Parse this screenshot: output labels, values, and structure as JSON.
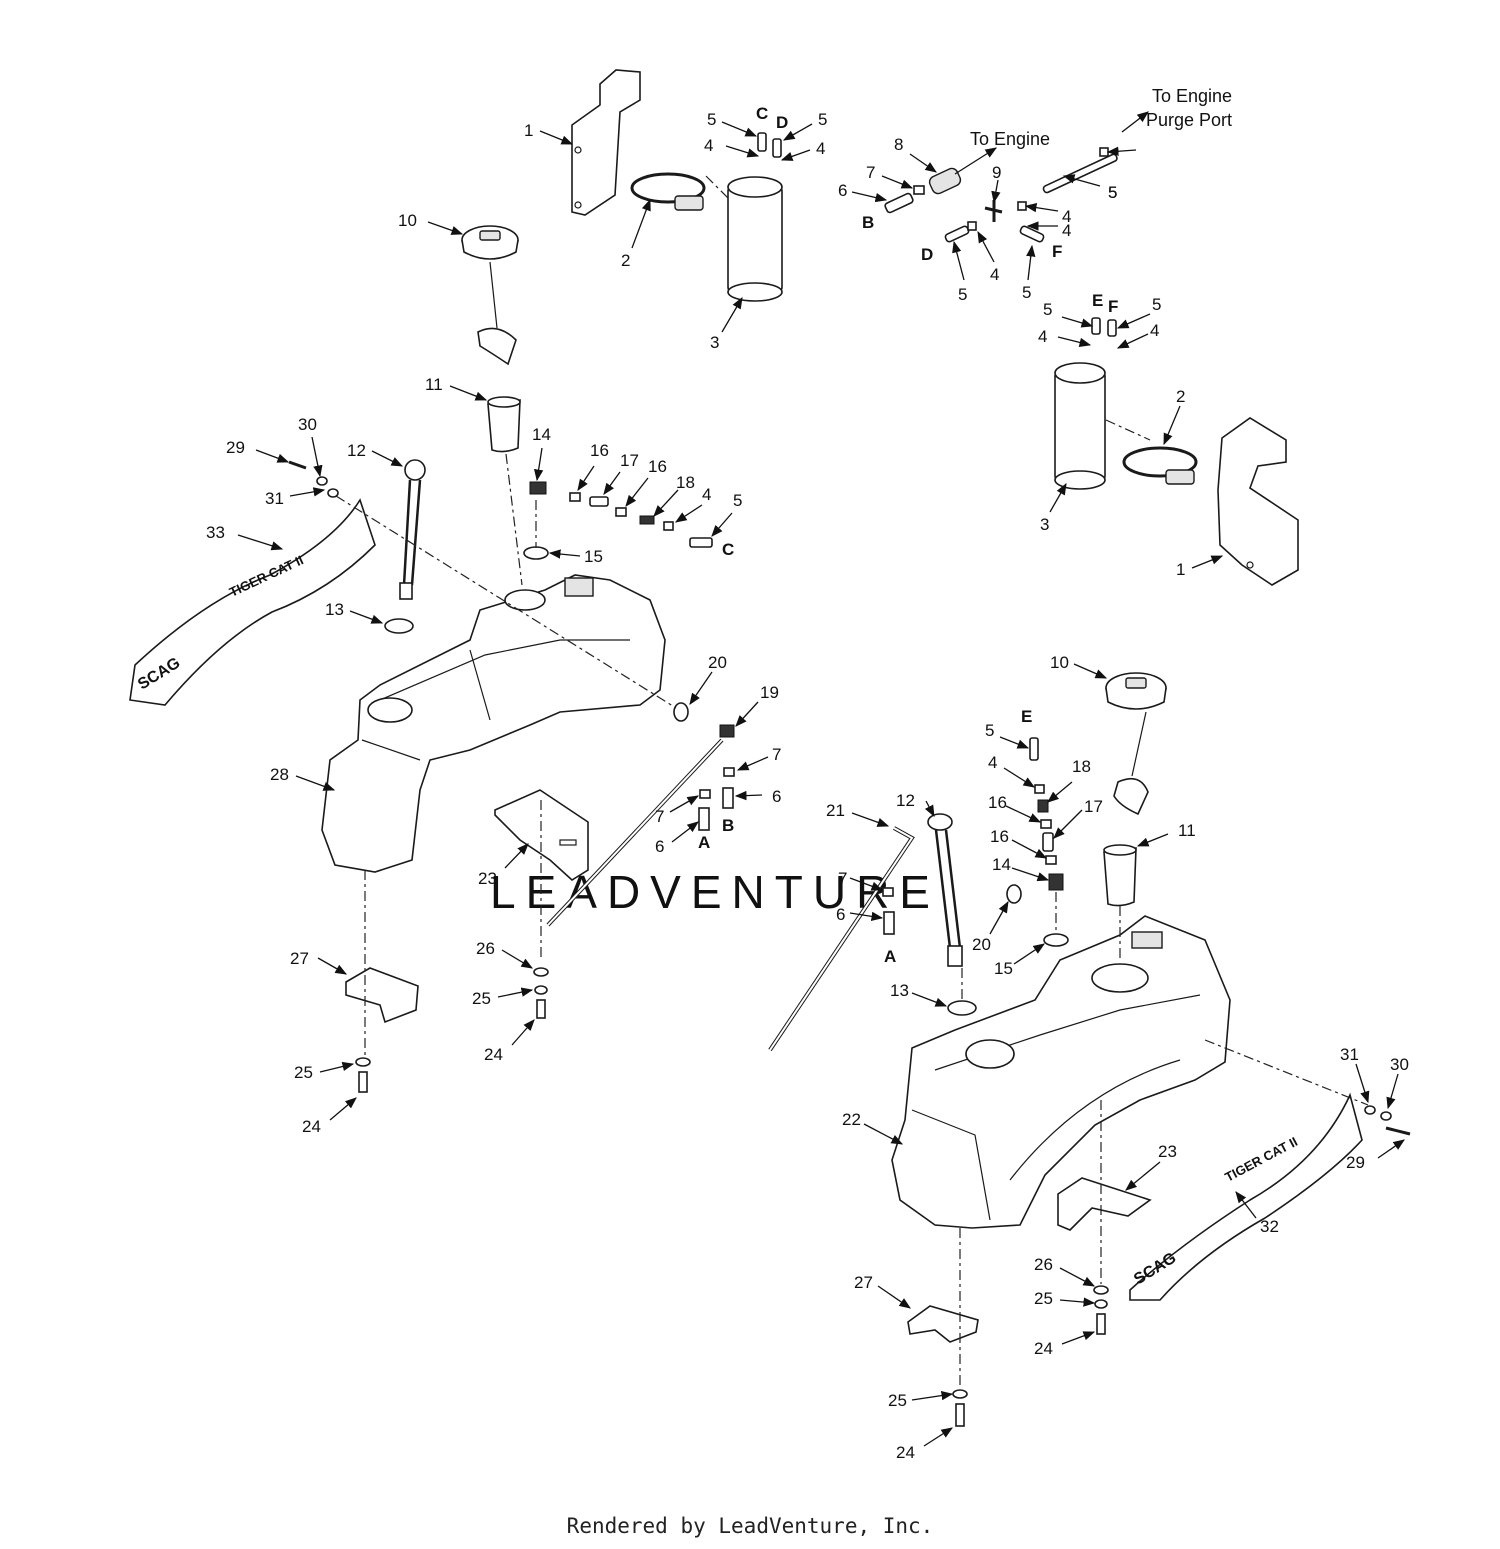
{
  "diagram": {
    "notes": [
      "To Engine",
      "To Engine",
      "Purge Port"
    ],
    "decals": {
      "left_logo": "SCAG",
      "right_logo": "SCAG",
      "left_brand": "TIGER CAT II",
      "right_brand": "TIGER CAT II"
    },
    "watermark": "LEADVENTURE",
    "callouts": [
      {
        "id": "c1",
        "text": "1"
      },
      {
        "id": "c2",
        "text": "2"
      },
      {
        "id": "c3",
        "text": "3"
      },
      {
        "id": "c4",
        "text": "4"
      },
      {
        "id": "c5",
        "text": "4"
      },
      {
        "id": "c6",
        "text": "5"
      },
      {
        "id": "c7",
        "text": "5"
      },
      {
        "id": "c8",
        "text": "10"
      },
      {
        "id": "c9",
        "text": "11"
      },
      {
        "id": "c10",
        "text": "12"
      },
      {
        "id": "c11",
        "text": "13"
      },
      {
        "id": "c12",
        "text": "14"
      },
      {
        "id": "c13",
        "text": "15"
      },
      {
        "id": "c14",
        "text": "16"
      },
      {
        "id": "c15",
        "text": "17"
      },
      {
        "id": "c16",
        "text": "16"
      },
      {
        "id": "c17",
        "text": "18"
      },
      {
        "id": "c18",
        "text": "4"
      },
      {
        "id": "c19",
        "text": "5"
      },
      {
        "id": "c20",
        "text": "29"
      },
      {
        "id": "c21",
        "text": "30"
      },
      {
        "id": "c22",
        "text": "31"
      },
      {
        "id": "c23",
        "text": "33"
      },
      {
        "id": "c24",
        "text": "28"
      },
      {
        "id": "c25",
        "text": "20"
      },
      {
        "id": "c26",
        "text": "19"
      },
      {
        "id": "c27",
        "text": "7"
      },
      {
        "id": "c28",
        "text": "6"
      },
      {
        "id": "c29",
        "text": "7"
      },
      {
        "id": "c30",
        "text": "6"
      },
      {
        "id": "c31",
        "text": "23"
      },
      {
        "id": "c32",
        "text": "27"
      },
      {
        "id": "c33",
        "text": "26"
      },
      {
        "id": "c34",
        "text": "25"
      },
      {
        "id": "c35",
        "text": "24"
      },
      {
        "id": "c36",
        "text": "25"
      },
      {
        "id": "c37",
        "text": "24"
      },
      {
        "id": "c38",
        "text": "8"
      },
      {
        "id": "c39",
        "text": "7"
      },
      {
        "id": "c40",
        "text": "6"
      },
      {
        "id": "c41",
        "text": "9"
      },
      {
        "id": "c42",
        "text": "4"
      },
      {
        "id": "c43",
        "text": "4"
      },
      {
        "id": "c44",
        "text": "5"
      },
      {
        "id": "c45",
        "text": "5"
      },
      {
        "id": "c46",
        "text": "5"
      },
      {
        "id": "c47",
        "text": "4"
      },
      {
        "id": "c48",
        "text": "5"
      },
      {
        "id": "c49",
        "text": "5"
      },
      {
        "id": "c50",
        "text": "4"
      },
      {
        "id": "c51",
        "text": "4"
      },
      {
        "id": "c52",
        "text": "5"
      },
      {
        "id": "c53",
        "text": "2"
      },
      {
        "id": "c54",
        "text": "3"
      },
      {
        "id": "c55",
        "text": "1"
      },
      {
        "id": "c56",
        "text": "10"
      },
      {
        "id": "c57",
        "text": "5"
      },
      {
        "id": "c58",
        "text": "4"
      },
      {
        "id": "c59",
        "text": "18"
      },
      {
        "id": "c60",
        "text": "16"
      },
      {
        "id": "c61",
        "text": "17"
      },
      {
        "id": "c62",
        "text": "16"
      },
      {
        "id": "c63",
        "text": "14"
      },
      {
        "id": "c64",
        "text": "11"
      },
      {
        "id": "c65",
        "text": "12"
      },
      {
        "id": "c66",
        "text": "21"
      },
      {
        "id": "c67",
        "text": "7"
      },
      {
        "id": "c68",
        "text": "6"
      },
      {
        "id": "c69",
        "text": "20"
      },
      {
        "id": "c70",
        "text": "15"
      },
      {
        "id": "c71",
        "text": "13"
      },
      {
        "id": "c72",
        "text": "22"
      },
      {
        "id": "c73",
        "text": "23"
      },
      {
        "id": "c74",
        "text": "31"
      },
      {
        "id": "c75",
        "text": "30"
      },
      {
        "id": "c76",
        "text": "29"
      },
      {
        "id": "c77",
        "text": "32"
      },
      {
        "id": "c78",
        "text": "26"
      },
      {
        "id": "c79",
        "text": "25"
      },
      {
        "id": "c80",
        "text": "24"
      },
      {
        "id": "c81",
        "text": "27"
      },
      {
        "id": "c82",
        "text": "25"
      },
      {
        "id": "c83",
        "text": "24"
      }
    ],
    "letters": [
      {
        "id": "l1",
        "text": "C"
      },
      {
        "id": "l2",
        "text": "D"
      },
      {
        "id": "l3",
        "text": "C"
      },
      {
        "id": "l4",
        "text": "A"
      },
      {
        "id": "l5",
        "text": "B"
      },
      {
        "id": "l6",
        "text": "B"
      },
      {
        "id": "l7",
        "text": "D"
      },
      {
        "id": "l8",
        "text": "F"
      },
      {
        "id": "l9",
        "text": "E"
      },
      {
        "id": "l10",
        "text": "F"
      },
      {
        "id": "l11",
        "text": "E"
      },
      {
        "id": "l12",
        "text": "A"
      }
    ]
  },
  "footer": {
    "text": "Rendered by LeadVenture, Inc."
  }
}
